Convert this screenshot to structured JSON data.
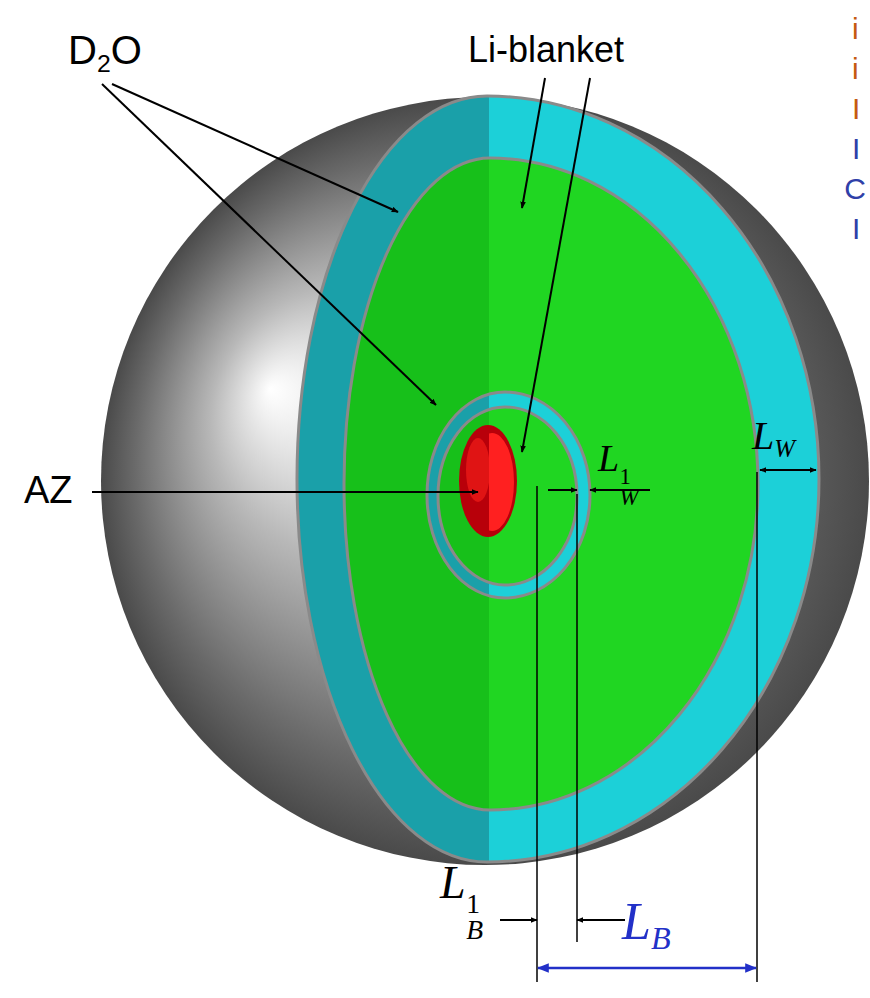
{
  "diagram": {
    "labels": [
      "D2O",
      "Li-blanket",
      "i",
      "i",
      "I",
      "I",
      "C",
      "I",
      "AZ",
      "LW1",
      "LW",
      "LB1",
      "LB"
    ]
  }
}
